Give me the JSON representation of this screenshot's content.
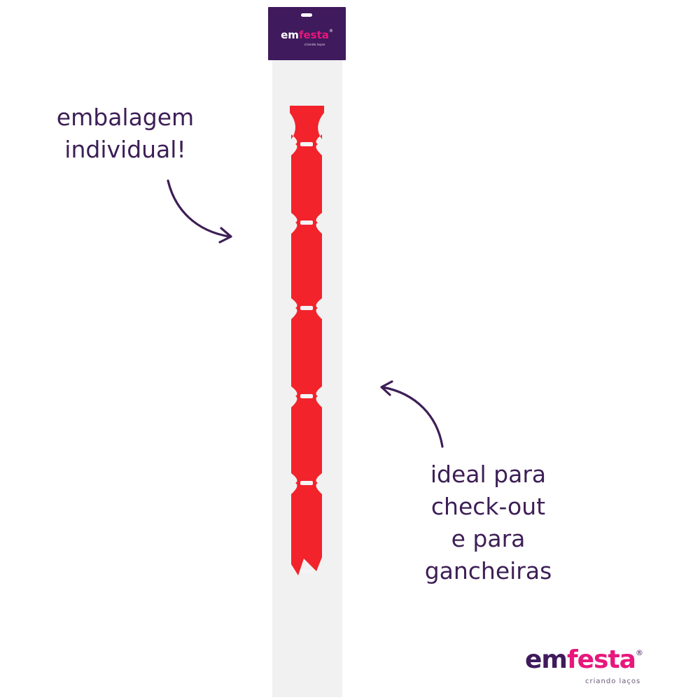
{
  "header_card": {
    "logo_em": "em",
    "logo_festa": "festa",
    "logo_reg": "®",
    "tagline": "criando laços"
  },
  "annotations": {
    "left": {
      "line1": "embalagem",
      "line2": "individual!"
    },
    "right": {
      "line1": "ideal para",
      "line2": "check-out",
      "line3": "e para",
      "line4": "gancheiras"
    }
  },
  "brand_logo": {
    "em": "em",
    "festa": "festa",
    "reg": "®",
    "tagline": "criando laços"
  },
  "colors": {
    "brand_purple": "#3f1a5c",
    "brand_pink": "#e8177c",
    "ribbon_red": "#f2232b",
    "annotation_text": "#3d1f56"
  },
  "ribbon": {
    "bow_segments": 6
  }
}
